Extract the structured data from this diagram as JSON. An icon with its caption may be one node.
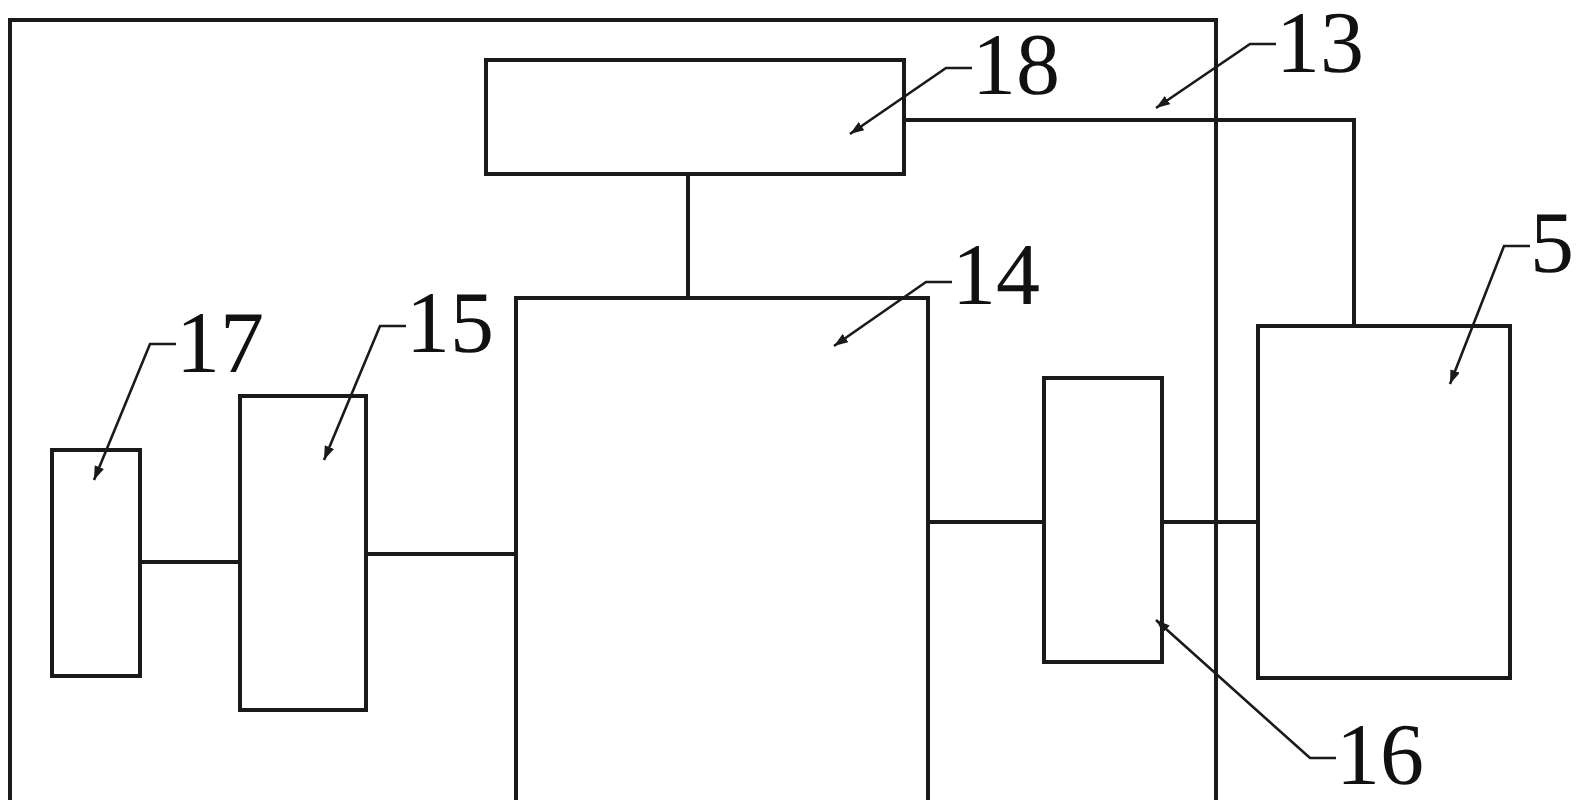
{
  "diagram": {
    "nodes": [
      {
        "text": [],
        "shape": "box"
      },
      {
        "text": [
          "18"
        ],
        "in": 0
      },
      {
        "text": [],
        "shape": "box",
        "in": 0
      },
      {
        "text": [
          "13"
        ]
      },
      {
        "text": [
          "14"
        ],
        "in": 0
      },
      {
        "text": [],
        "shape": "box",
        "in": 0
      },
      {
        "text": [
          "5"
        ]
      },
      {
        "text": [
          "17"
        ],
        "in": 0
      },
      {
        "text": [
          "15"
        ],
        "in": 0
      },
      {
        "text": [],
        "shape": "box"
      },
      {
        "text": [],
        "shape": "box",
        "in": 0
      },
      {
        "text": [],
        "shape": "box",
        "in": 0
      },
      {
        "text": [],
        "shape": "box",
        "in": 0
      },
      {
        "text": [
          "16"
        ]
      }
    ],
    "edges": [
      {
        "from": 1,
        "to": 2,
        "arrow": "to"
      },
      {
        "from": 3,
        "to": 0,
        "arrow": "to"
      },
      {
        "from": 4,
        "to": 5,
        "arrow": "to"
      },
      {
        "from": 6,
        "to": 9,
        "arrow": "to"
      },
      {
        "from": 7,
        "to": 10,
        "arrow": "to"
      },
      {
        "from": 8,
        "to": 11,
        "arrow": "to"
      },
      {
        "from": 13,
        "to": 12,
        "arrow": "to"
      },
      {
        "from": 2,
        "to": 5,
        "arrow": "none"
      },
      {
        "from": 2,
        "to": 9,
        "arrow": "none"
      },
      {
        "from": 10,
        "to": 11,
        "arrow": "none"
      },
      {
        "from": 11,
        "to": 5,
        "arrow": "none"
      },
      {
        "from": 5,
        "to": 12,
        "arrow": "none"
      },
      {
        "from": 12,
        "to": 9,
        "arrow": "none"
      }
    ]
  }
}
